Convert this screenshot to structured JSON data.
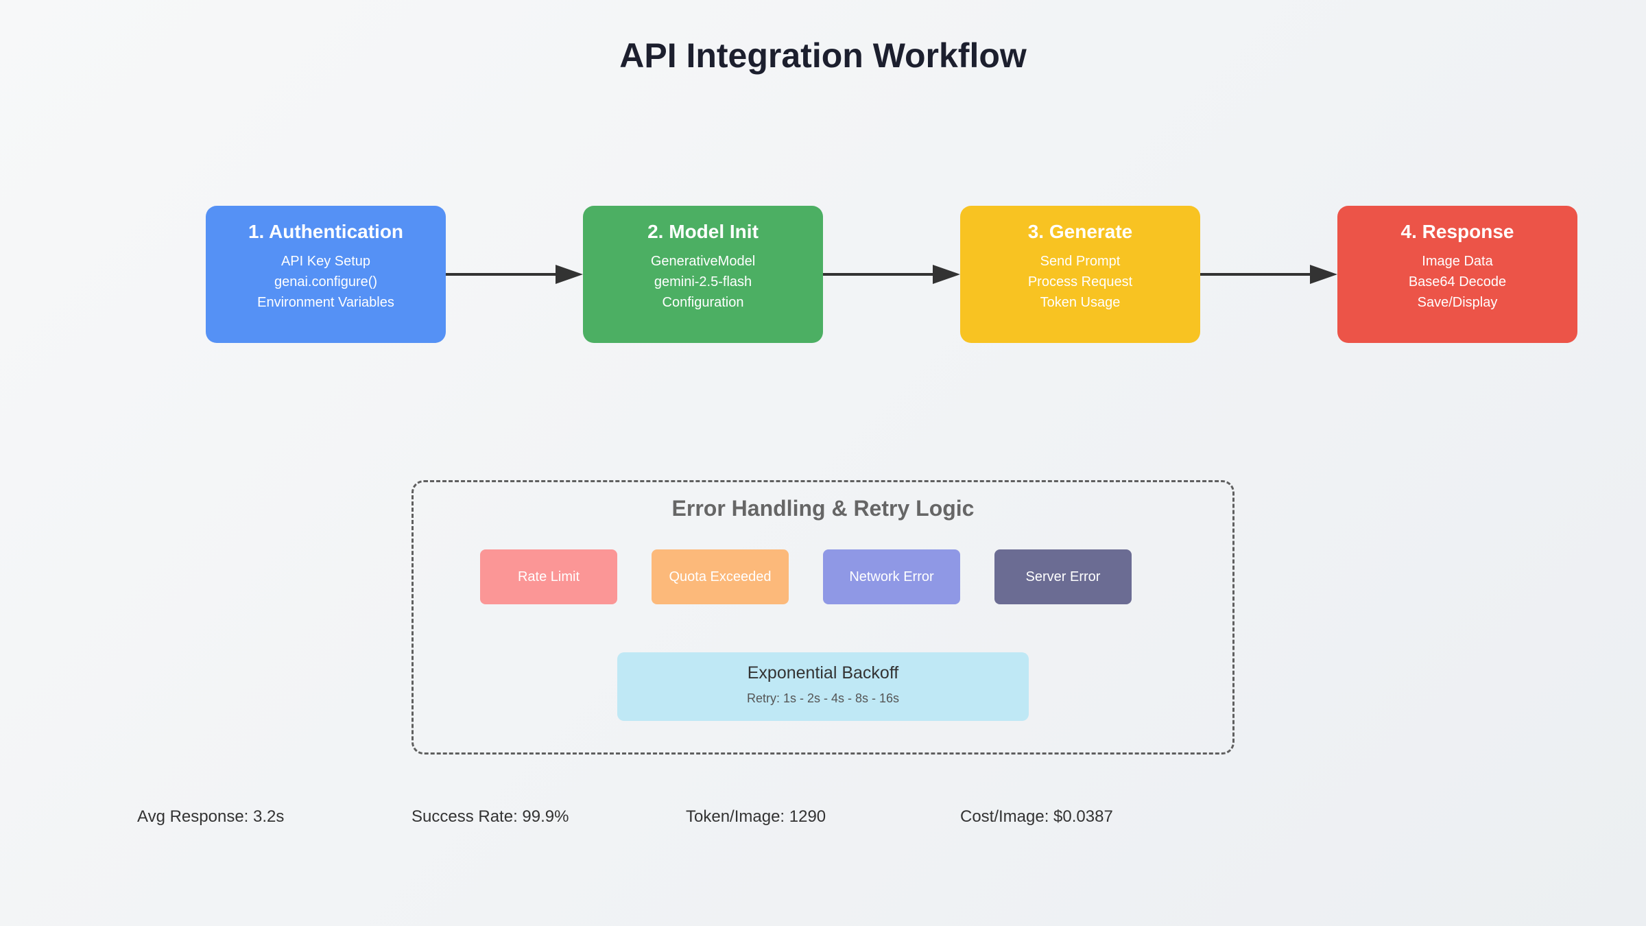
{
  "title": "API Integration Workflow",
  "steps": [
    {
      "title": "1. Authentication",
      "lines": [
        "API Key Setup",
        "genai.configure()",
        "Environment Variables"
      ],
      "color": "#5591f5"
    },
    {
      "title": "2. Model Init",
      "lines": [
        "GenerativeModel",
        "gemini-2.5-flash",
        "Configuration"
      ],
      "color": "#4caf63"
    },
    {
      "title": "3. Generate",
      "lines": [
        "Send Prompt",
        "Process Request",
        "Token Usage"
      ],
      "color": "#f8c322"
    },
    {
      "title": "4. Response",
      "lines": [
        "Image Data",
        "Base64 Decode",
        "Save/Display"
      ],
      "color": "#ec5448"
    }
  ],
  "error_handling": {
    "title": "Error Handling & Retry Logic",
    "errors": [
      {
        "label": "Rate Limit",
        "color": "#fb9696"
      },
      {
        "label": "Quota Exceeded",
        "color": "#fcb97a"
      },
      {
        "label": "Network Error",
        "color": "#8f98e5"
      },
      {
        "label": "Server Error",
        "color": "#6b6c93"
      }
    ],
    "backoff": {
      "title": "Exponential Backoff",
      "detail": "Retry: 1s - 2s - 4s - 8s - 16s"
    }
  },
  "metrics": [
    "Avg Response: 3.2s",
    "Success Rate: 99.9%",
    "Token/Image: 1290",
    "Cost/Image: $0.0387"
  ]
}
